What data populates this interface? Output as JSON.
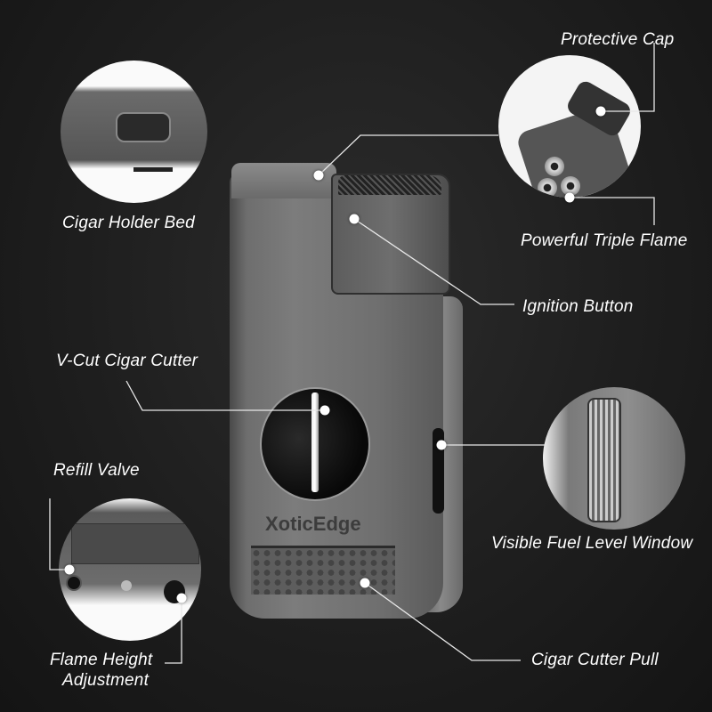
{
  "product": {
    "brand": "XoticEdge",
    "type": "cigar lighter with V-cut cutter"
  },
  "callouts": [
    {
      "id": "protective-cap",
      "label": "Protective Cap"
    },
    {
      "id": "cigar-holder-bed",
      "label": "Cigar Holder Bed"
    },
    {
      "id": "powerful-triple-flame",
      "label": "Powerful Triple Flame"
    },
    {
      "id": "ignition-button",
      "label": "Ignition Button"
    },
    {
      "id": "v-cut-cigar-cutter",
      "label": "V-Cut Cigar Cutter"
    },
    {
      "id": "refill-valve",
      "label": "Refill Valve"
    },
    {
      "id": "visible-fuel-level-window",
      "label": "Visible Fuel Level Window"
    },
    {
      "id": "flame-height-adjustment-1",
      "label": "Flame Height"
    },
    {
      "id": "flame-height-adjustment-2",
      "label": "Adjustment"
    },
    {
      "id": "cigar-cutter-pull",
      "label": "Cigar Cutter Pull"
    }
  ],
  "colors": {
    "background": "#1e1e1e",
    "text": "#ffffff",
    "lines": "#e8e8e8",
    "lighter_body": "#6e6e6e"
  }
}
